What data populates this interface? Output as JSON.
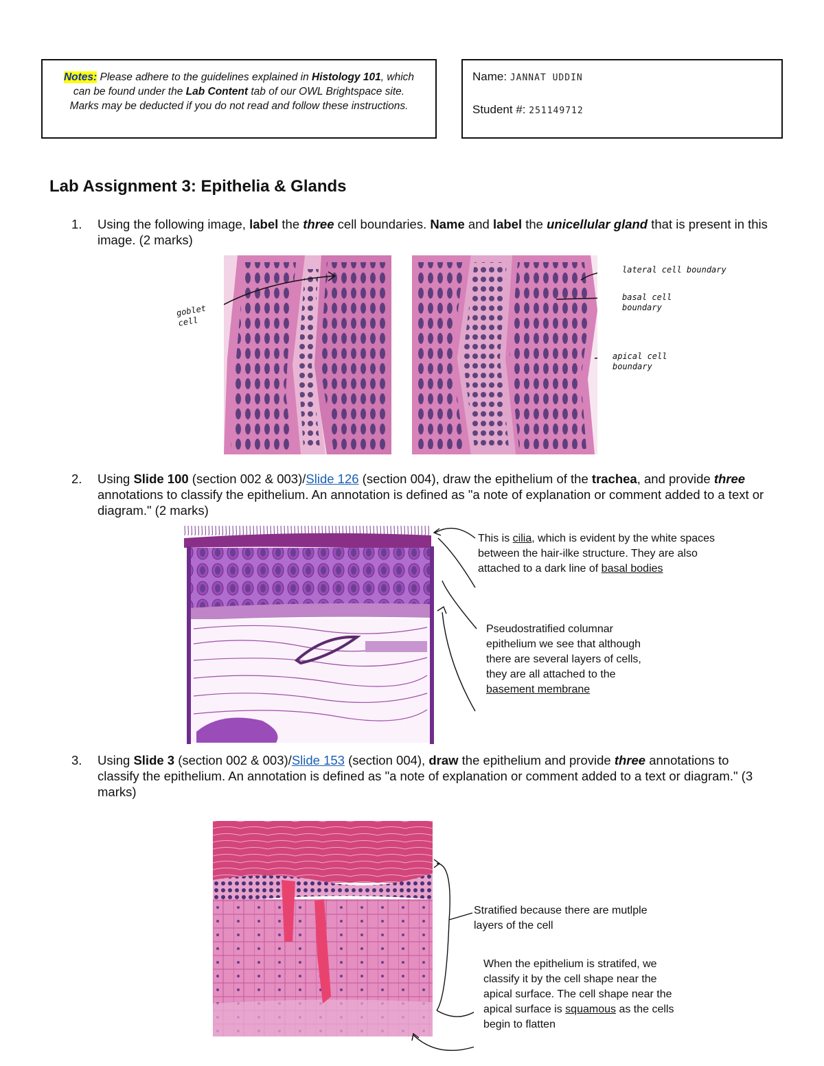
{
  "notes": {
    "label": "Notes:",
    "text_1": " Please adhere to the guidelines explained in ",
    "bold_1": "Histology 101",
    "text_2": ", which can be found under the ",
    "bold_2": "Lab Content",
    "text_3": " tab of our OWL Brightspace site. Marks may be deducted if you do not read and follow these instructions."
  },
  "student": {
    "name_label": "Name:",
    "name_value": "JANNAT UDDIN",
    "number_label": "Student #:",
    "number_value": "251149712"
  },
  "title": "Lab Assignment 3: Epithelia & Glands",
  "q1": {
    "num": "1.",
    "p1": "Using the following image, ",
    "b1": "label",
    "p2": " the ",
    "bi1": "three",
    "p3": " cell boundaries. ",
    "b2": "Name",
    "p4": " and ",
    "b3": "label",
    "p5": " the ",
    "bi2": "unicellular gland",
    "p6": " that is present in this image. (2 marks)",
    "labels": {
      "goblet": "goblet cell",
      "lateral": "lateral cell boundary",
      "basal": "basal cell boundary",
      "apical": "apical cell boundary"
    }
  },
  "q2": {
    "num": "2.",
    "p1": "Using ",
    "b1": "Slide 100",
    "p2": " (section 002 & 003)/",
    "link": "Slide 126",
    "p3": " (section 004), draw the epithelium of the ",
    "b2": "trachea",
    "p4": ", and provide ",
    "bi1": "three",
    "p5": " annotations to classify the epithelium. An annotation is defined as \"a note of explanation or comment added to a text or diagram.\" (2 marks)",
    "ann1_a": "This is ",
    "ann1_u": "cilia",
    "ann1_b": ", which is evident by the white spaces between the hair-ilke structure. They are also attached to a dark line of ",
    "ann1_u2": "basal bodies",
    "ann2_a": "Pseudostratified columnar epithelium we see that although there are several layers of cells, they are all attached to the ",
    "ann2_u": "basement membrane"
  },
  "q3": {
    "num": "3.",
    "p1": "Using ",
    "b1": "Slide 3",
    "p2": " (section 002 & 003)/",
    "link": "Slide 153",
    "p3": " (section 004), ",
    "b2": "draw",
    "p4": " the epithelium and provide ",
    "bi1": "three",
    "p5": " annotations to classify the epithelium. An annotation is defined as \"a note of explanation or comment added to a text or diagram.\" (3 marks)",
    "ann1": "Stratified because there are mutlple layers of the cell",
    "ann2_a": "When the epithelium is stratifed, we classify it by the cell shape near the apical surface. The cell shape near the apical surface is ",
    "ann2_u": "squamous",
    "ann2_b": " as the cells begin to flatten"
  },
  "colors": {
    "highlight": "#ffff00",
    "link": "#1a5fb4",
    "tissue_pink": "#d782b8",
    "tissue_nucleus": "#4a3275",
    "trachea_purple": "#9a4cb8",
    "skin_red": "#e8436f"
  }
}
